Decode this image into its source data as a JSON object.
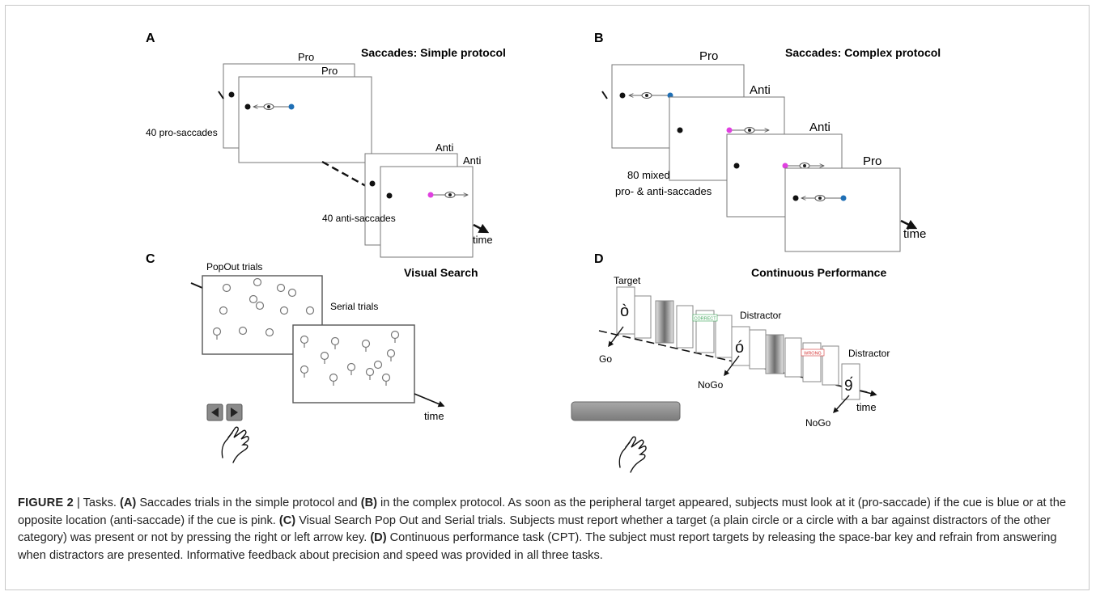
{
  "panels": {
    "A": {
      "letter": "A",
      "title": "Saccades: Simple protocol",
      "labels": [
        "Pro",
        "Pro",
        "40 pro-saccades",
        "Anti",
        "Anti",
        "40 anti-saccades",
        "time"
      ]
    },
    "B": {
      "letter": "B",
      "title": "Saccades: Complex protocol",
      "labels": [
        "Pro",
        "Anti",
        "Anti",
        "Pro",
        "80 mixed",
        "pro- & anti-saccades",
        "time"
      ]
    },
    "C": {
      "letter": "C",
      "title": "Visual Search",
      "labels": [
        "PopOut trials",
        "Serial trials",
        "time"
      ]
    },
    "D": {
      "letter": "D",
      "title": "Continuous Performance",
      "labels": [
        "Target",
        "Distractor",
        "Distractor",
        "Go",
        "NoGo",
        "NoGo",
        "time",
        "CORRECT",
        "WRONG"
      ]
    }
  },
  "colors": {
    "pro_cue": "#1f6fb5",
    "anti_cue": "#e040e0",
    "correct": "#3aa357",
    "wrong": "#d63333"
  },
  "caption": {
    "figure_label": "FIGURE 2",
    "separator": "|",
    "lead": "Tasks.",
    "parts": [
      {
        "ref": "(A)",
        "text": "Saccades trials in the simple protocol and"
      },
      {
        "ref": "(B)",
        "text": "in the complex protocol. As soon as the peripheral target appeared, subjects must look at it (pro-saccade) if the cue is blue or at the opposite location (anti-saccade) if the cue is pink."
      },
      {
        "ref": "(C)",
        "text": "Visual Search Pop Out and Serial trials. Subjects must report whether a target (a plain circle or a circle with a bar against distractors of the other category) was present or not by pressing the right or left arrow key."
      },
      {
        "ref": "(D)",
        "text": "Continuous performance task (CPT). The subject must report targets by releasing the space-bar key and refrain from answering when distractors are presented. Informative feedback about precision and speed was provided in all three tasks."
      }
    ]
  }
}
